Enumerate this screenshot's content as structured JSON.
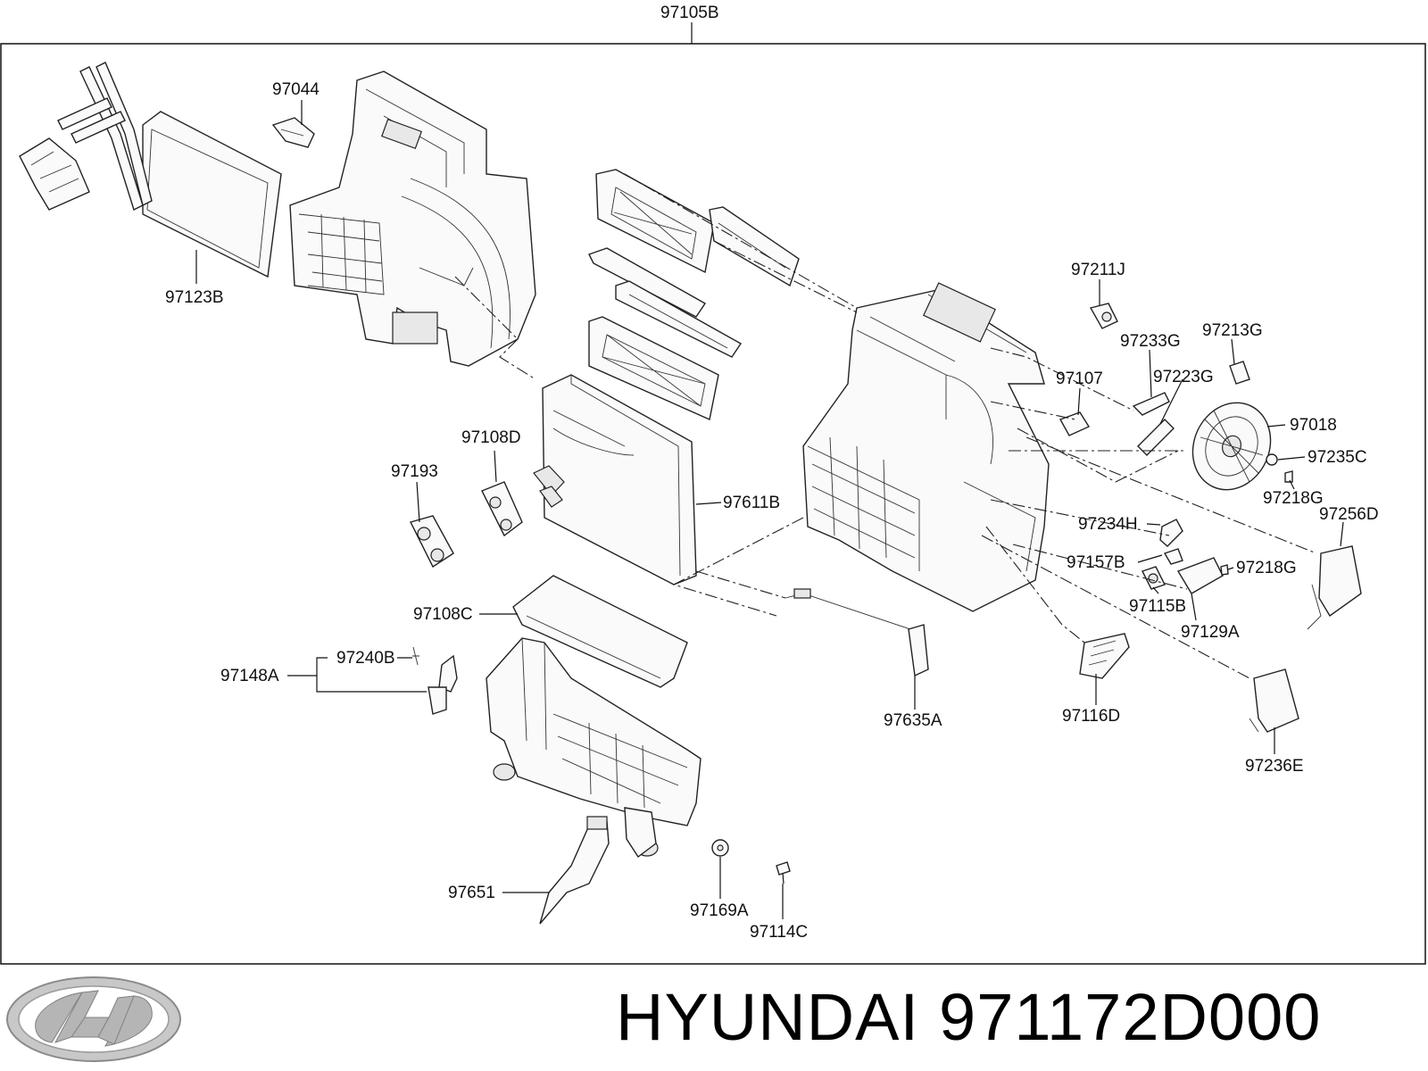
{
  "diagram": {
    "top_label": "97105B",
    "part_labels": [
      "97044",
      "97123B",
      "97211J",
      "97233G",
      "97213G",
      "97107",
      "97223G",
      "97018",
      "97235C",
      "97218G",
      "97108D",
      "97193",
      "97611B",
      "97256D",
      "97234H",
      "97157B",
      "97218G",
      "97115B",
      "97129A",
      "97108C",
      "97240B",
      "97148A",
      "97635A",
      "97116D",
      "97236E",
      "97651",
      "97169A",
      "97114C"
    ]
  },
  "footer": {
    "brand": "HYUNDAI",
    "part_number": "971172D000",
    "logo_icon": "hyundai-logo-icon"
  }
}
